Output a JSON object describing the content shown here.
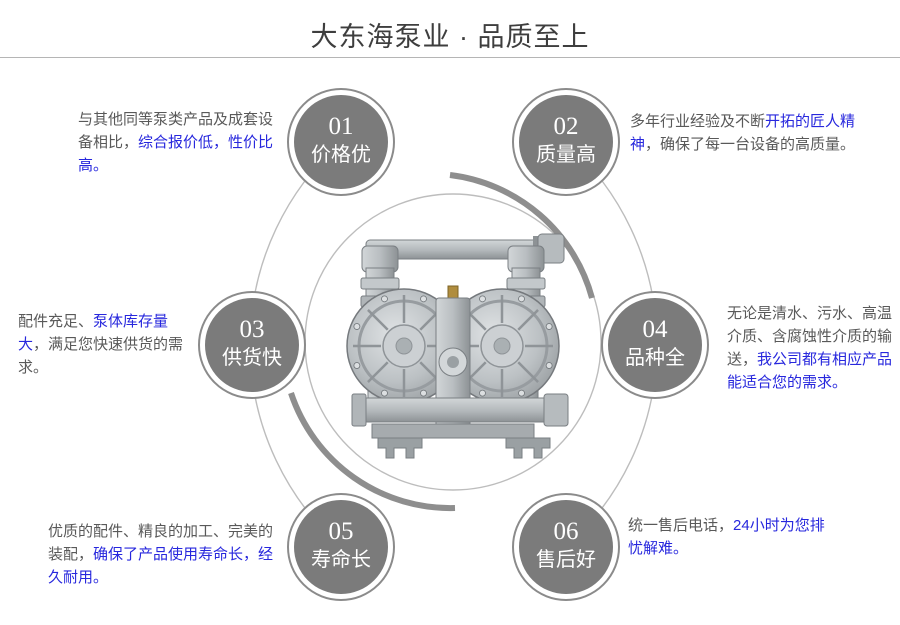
{
  "header": {
    "title": "大东海泵业 · 品质至上"
  },
  "colors": {
    "title_text": "#3e3e3e",
    "body_text": "#595959",
    "accent_blue": "#2727dd",
    "badge_fill": "#7b7b7b",
    "badge_ring": "#8b8b8b",
    "line_gray": "#bdbdbd",
    "swoosh_gray": "#8e8e8e",
    "divider": "#b5b5b5"
  },
  "center_product": "air-operated-diaphragm-pump",
  "badges": [
    {
      "number": "01",
      "label": "价格优"
    },
    {
      "number": "02",
      "label": "质量高"
    },
    {
      "number": "03",
      "label": "供货快"
    },
    {
      "number": "04",
      "label": "品种全"
    },
    {
      "number": "05",
      "label": "寿命长"
    },
    {
      "number": "06",
      "label": "售后好"
    }
  ],
  "notes": [
    {
      "id": "price",
      "segments": [
        {
          "text": "与其他同等泵类产品及成套设备相比，",
          "color": "gray"
        },
        {
          "text": "综合报价低，性价比高。",
          "color": "blue"
        }
      ]
    },
    {
      "id": "quality",
      "segments": [
        {
          "text": "多年行业经验及不断",
          "color": "gray"
        },
        {
          "text": "开拓的匠人精神",
          "color": "blue"
        },
        {
          "text": "，确保了每一台设备的高质量。",
          "color": "gray"
        }
      ]
    },
    {
      "id": "supply",
      "segments": [
        {
          "text": "配件充足、",
          "color": "gray"
        },
        {
          "text": "泵体库存量大",
          "color": "blue"
        },
        {
          "text": "，满足您快速供货的需求。",
          "color": "gray"
        }
      ]
    },
    {
      "id": "variety",
      "segments": [
        {
          "text": "无论是清水、污水、高温介质、含腐蚀性介质的输送，",
          "color": "gray"
        },
        {
          "text": "我公司都有相应产品能适合您的需求。",
          "color": "blue"
        }
      ]
    },
    {
      "id": "lifespan",
      "segments": [
        {
          "text": "优质的配件、精良的加工、完美的装配，",
          "color": "gray"
        },
        {
          "text": "确保了产品使用寿命长，经久耐用。",
          "color": "blue"
        }
      ]
    },
    {
      "id": "aftersales",
      "segments": [
        {
          "text": "统一售后电话，",
          "color": "gray"
        },
        {
          "text": "24小时为您排忧解难。",
          "color": "blue"
        }
      ]
    }
  ]
}
